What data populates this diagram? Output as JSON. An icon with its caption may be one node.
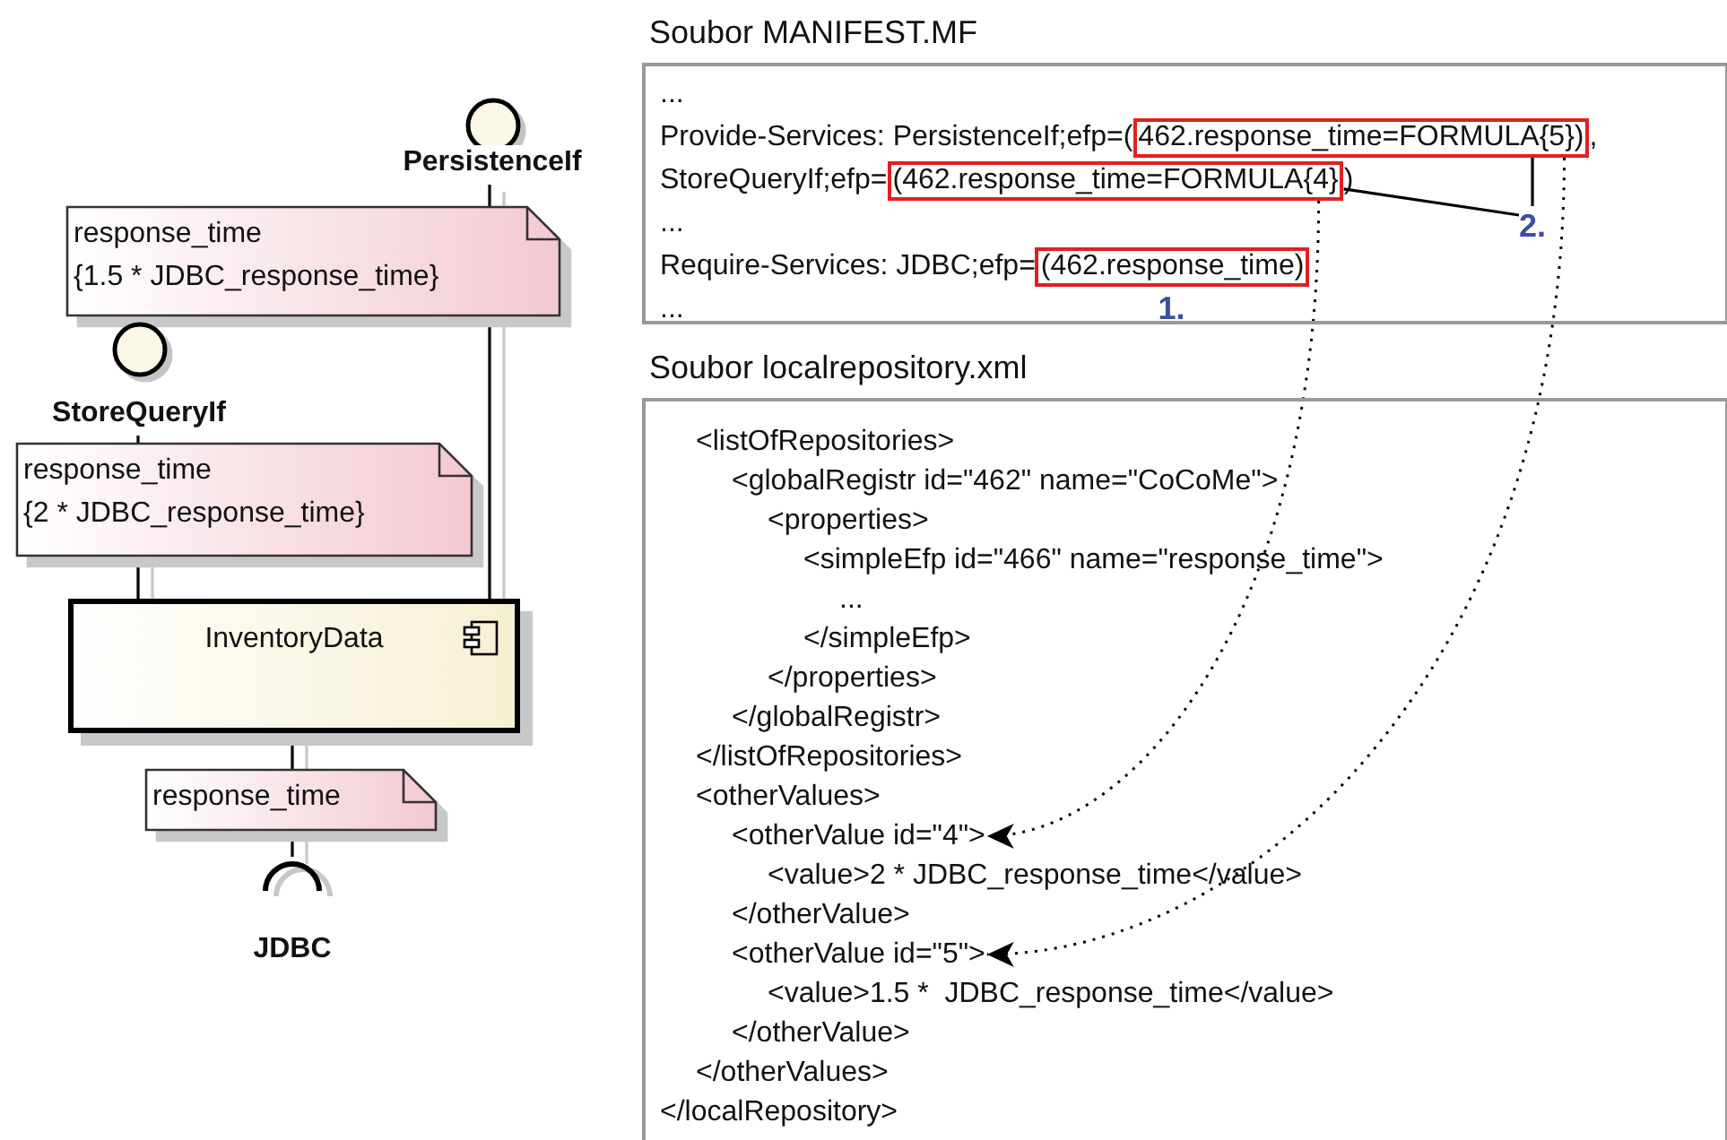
{
  "diagram": {
    "nodes": [
      {
        "text": [
          "PersistenceIf"
        ]
      },
      {
        "text": [
          "response_time",
          "{1.5 * JDBC_response_time}"
        ]
      },
      {
        "text": [
          "StoreQueryIf"
        ]
      },
      {
        "text": [
          "response_time",
          "{2 * JDBC_response_time}"
        ]
      },
      {
        "text": [
          "InventoryData"
        ]
      },
      {
        "text": [
          "response_time"
        ]
      },
      {
        "text": [
          "JDBC"
        ]
      },
      {
        "text": [
          "Soubor MANIFEST.MF",
          "...",
          "Provide-Services: PersistenceIf;efp=(",
          ",",
          "StoreQueryIf;efp=",
          ")",
          "...",
          "Require-Services: JDBC;efp=",
          "..."
        ]
      },
      {
        "text": [
          "462.response_time=FORMULA{5})"
        ],
        "in": 7
      },
      {
        "text": [
          "(462.response_time=FORMULA{4}"
        ],
        "in": 7
      },
      {
        "text": [
          "(462.response_time)"
        ],
        "in": 7
      },
      {
        "text": [
          "2."
        ],
        "in": 7
      },
      {
        "text": [
          "Soubor localrepository.xml",
          "<listOfRepositories>",
          "<globalRegistr id=\"462\" name=\"CoCoMe\">",
          "<properties>",
          "<simpleEfp id=\"466\" name=\"response_time\">",
          "...",
          "</simpleEfp>",
          "</properties>",
          "</globalRegistr>",
          "</listOfRepositories>",
          "<otherValues>",
          "<value>2 * JDBC_response_time</value>",
          "</otherValue>",
          "<value>1.5 *  JDBC_response_time</value>",
          "</otherValue>",
          "</otherValues>",
          "</localRepository>"
        ]
      },
      {
        "text": [
          "<otherValue id=\"4\">"
        ],
        "in": 12
      },
      {
        "text": [
          "<otherValue id=\"5\">"
        ],
        "in": 12
      }
    ],
    "edges": [
      {
        "from": 0,
        "to": 1,
        "arrow": "none"
      },
      {
        "from": 1,
        "to": 4,
        "arrow": "none"
      },
      {
        "from": 2,
        "to": 3,
        "arrow": "none"
      },
      {
        "from": 3,
        "to": 4,
        "arrow": "none"
      },
      {
        "from": 4,
        "to": 5,
        "arrow": "none"
      },
      {
        "from": 5,
        "to": 6,
        "arrow": "none"
      },
      {
        "from": 11,
        "to": 8,
        "arrow": "none"
      },
      {
        "from": 11,
        "to": 9,
        "arrow": "none"
      },
      {
        "from": 9,
        "to": 13,
        "arrow": "to",
        "style": "dashed"
      },
      {
        "from": 8,
        "to": 14,
        "arrow": "to",
        "style": "dashed"
      }
    ],
    "labels": [
      "1."
    ]
  }
}
